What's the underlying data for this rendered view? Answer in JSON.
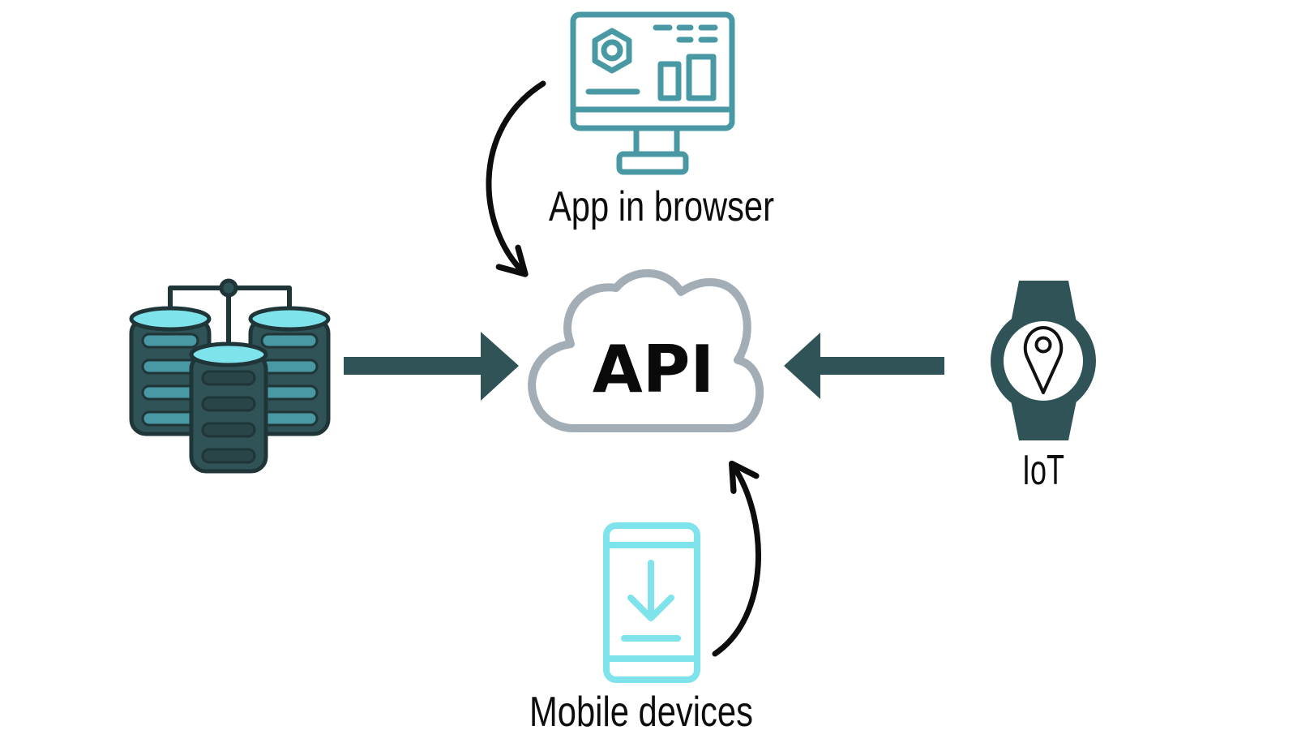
{
  "diagram": {
    "center": {
      "label": "API"
    },
    "nodes": {
      "browser": {
        "label": "App in browser",
        "icon": "monitor-dashboard-icon"
      },
      "mobile": {
        "label": "Mobile devices",
        "icon": "smartphone-download-icon"
      },
      "iot": {
        "label": "IoT",
        "icon": "smartwatch-location-icon"
      },
      "database": {
        "label": "",
        "icon": "database-cluster-icon"
      }
    }
  },
  "colors": {
    "dark_slate": "#2f5356",
    "teal": "#4899a4",
    "light_cyan": "#7fe3ec",
    "cloud_outline": "#a3adb6",
    "arrow_black": "#0d0d0d"
  }
}
